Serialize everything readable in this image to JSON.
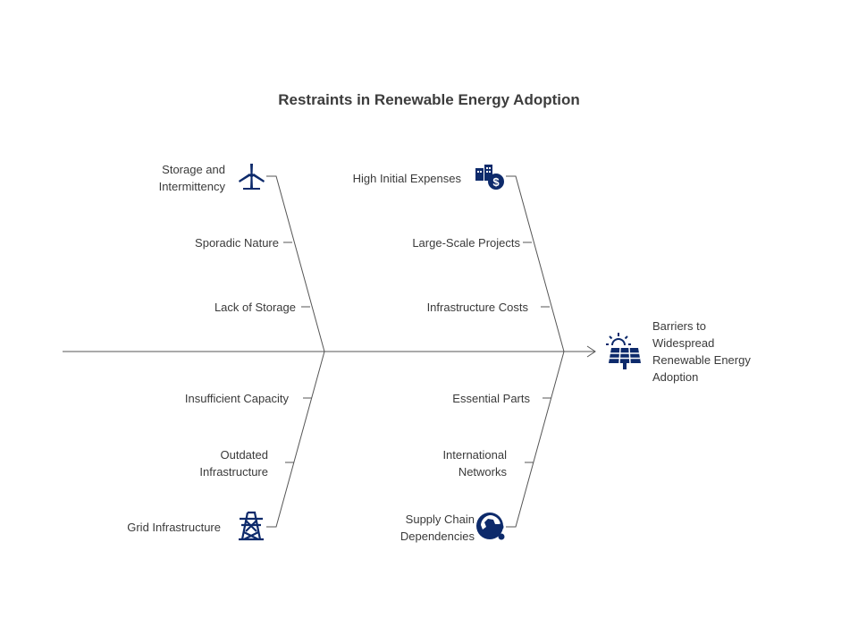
{
  "title": "Restraints in Renewable Energy Adoption",
  "effect": {
    "line1": "Barriers to",
    "line2": "Widespread",
    "line3": "Renewable Energy",
    "line4": "Adoption",
    "icon": "solar-panel-icon"
  },
  "categories": {
    "storage": {
      "line1": "Storage and",
      "line2": "Intermittency",
      "icon": "wind-turbine-icon",
      "causes": [
        "Sporadic  Nature",
        "Lack of Storage"
      ]
    },
    "expenses": {
      "label": "High Initial Expenses",
      "icon": "building-dollar-icon",
      "causes": [
        "Large-Scale Projects",
        "Infrastructure  Costs"
      ]
    },
    "grid": {
      "label": "Grid Infrastructure",
      "icon": "transmission-tower-icon",
      "causes": [
        "Insufficient Capacity",
        "Outdated",
        "Infrastructure"
      ]
    },
    "supply": {
      "line1": "Supply  Chain",
      "line2": "Dependencies",
      "icon": "globe-network-icon",
      "causes": [
        "Essential Parts",
        "International",
        "Networks"
      ]
    }
  },
  "colors": {
    "icon": "#0d2a6b",
    "line": "#555555"
  }
}
